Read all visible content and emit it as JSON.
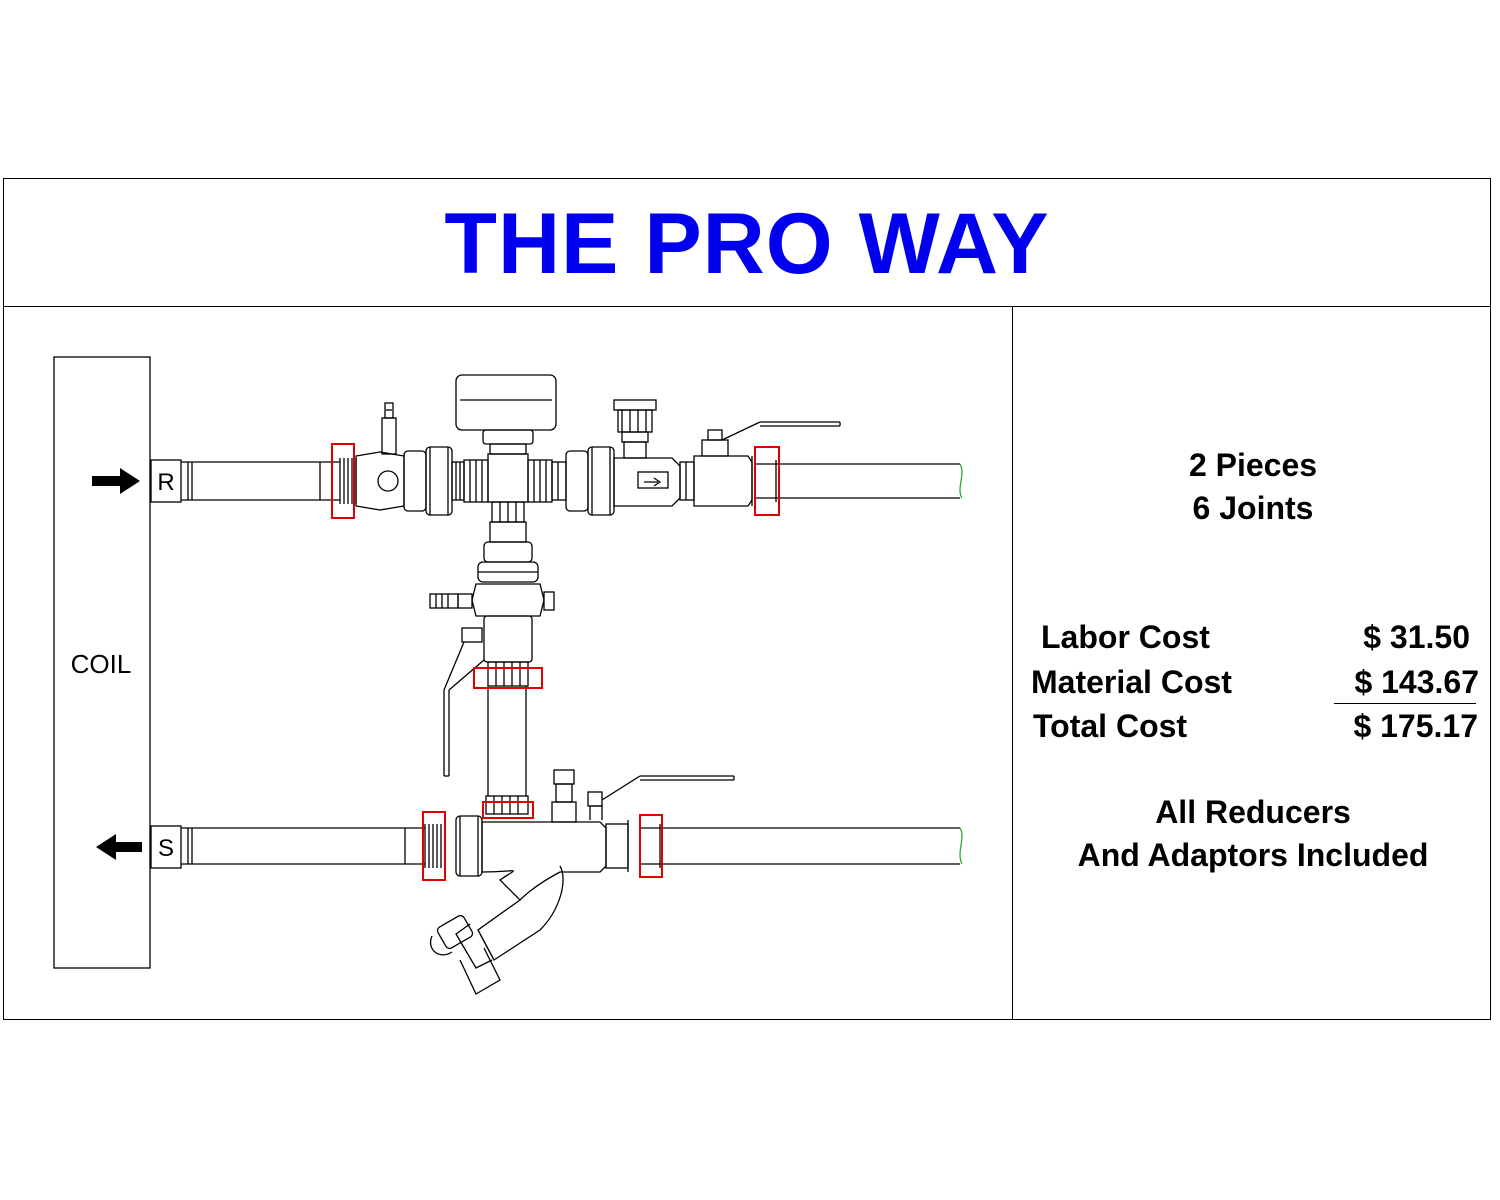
{
  "title": "THE PRO WAY",
  "diagram": {
    "coil_label": "COIL",
    "return_label": "R",
    "supply_label": "S",
    "joint_marker_color": "#e00000",
    "title_color": "#0000ee"
  },
  "summary": {
    "pieces": "2 Pieces",
    "joints": "6 Joints"
  },
  "costs": {
    "labor_label": "Labor Cost",
    "labor_value": "$ 31.50",
    "material_label": "Material Cost",
    "material_value": "$ 143.67",
    "total_label": "Total Cost",
    "total_value": "$ 175.17"
  },
  "note": {
    "line1": "All Reducers",
    "line2": "And  Adaptors Included"
  }
}
